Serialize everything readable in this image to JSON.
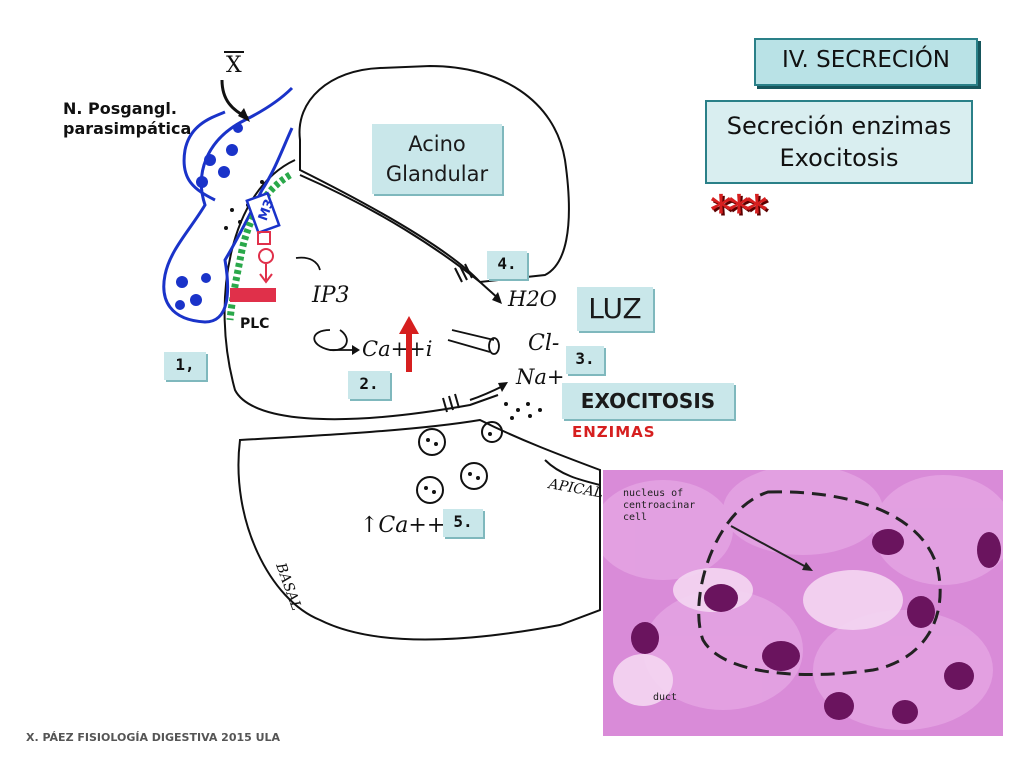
{
  "title": "IV. SECRECIÓN",
  "subtitle": {
    "line1": "Secreción enzimas",
    "line2": "Exocitosis"
  },
  "stars": "***",
  "nerve_label": {
    "line1": "N. Posgangl.",
    "line2": "parasimpática"
  },
  "nerve_tag": "X",
  "acino": {
    "line1": "Acino",
    "line2": "Glandular"
  },
  "luz": "LUZ",
  "exocitosis": "EXOCITOSIS",
  "enzimas": "ENZIMAS",
  "plc": "PLC",
  "receptor": "M3",
  "steps": {
    "s1": "1,",
    "s2": "2.",
    "s3": "3.",
    "s4": "4.",
    "s5": "5."
  },
  "handwritten": {
    "ip3": "IP3",
    "ca_i": "Ca++i",
    "h2o": "H2O",
    "cl": "Cl-",
    "na": "Na+",
    "ca_i_lower": "↑Ca++i",
    "apical": "APICAL",
    "basal": "BASAL"
  },
  "micrograph": {
    "label_nucleus": [
      "nucleus of",
      "centroacinar",
      "cell"
    ],
    "label_duct": "duct"
  },
  "footer": "X. PÁEZ   FISIOLOGÍA DIGESTIVA 2015 ULA",
  "colors": {
    "accent_box": "#c9e7ea",
    "title_border": "#2a8088",
    "red": "#d61f1f",
    "nerve_blue": "#1a33c9",
    "membrane_green": "#2aa84a",
    "plc_red": "#e0304a"
  }
}
